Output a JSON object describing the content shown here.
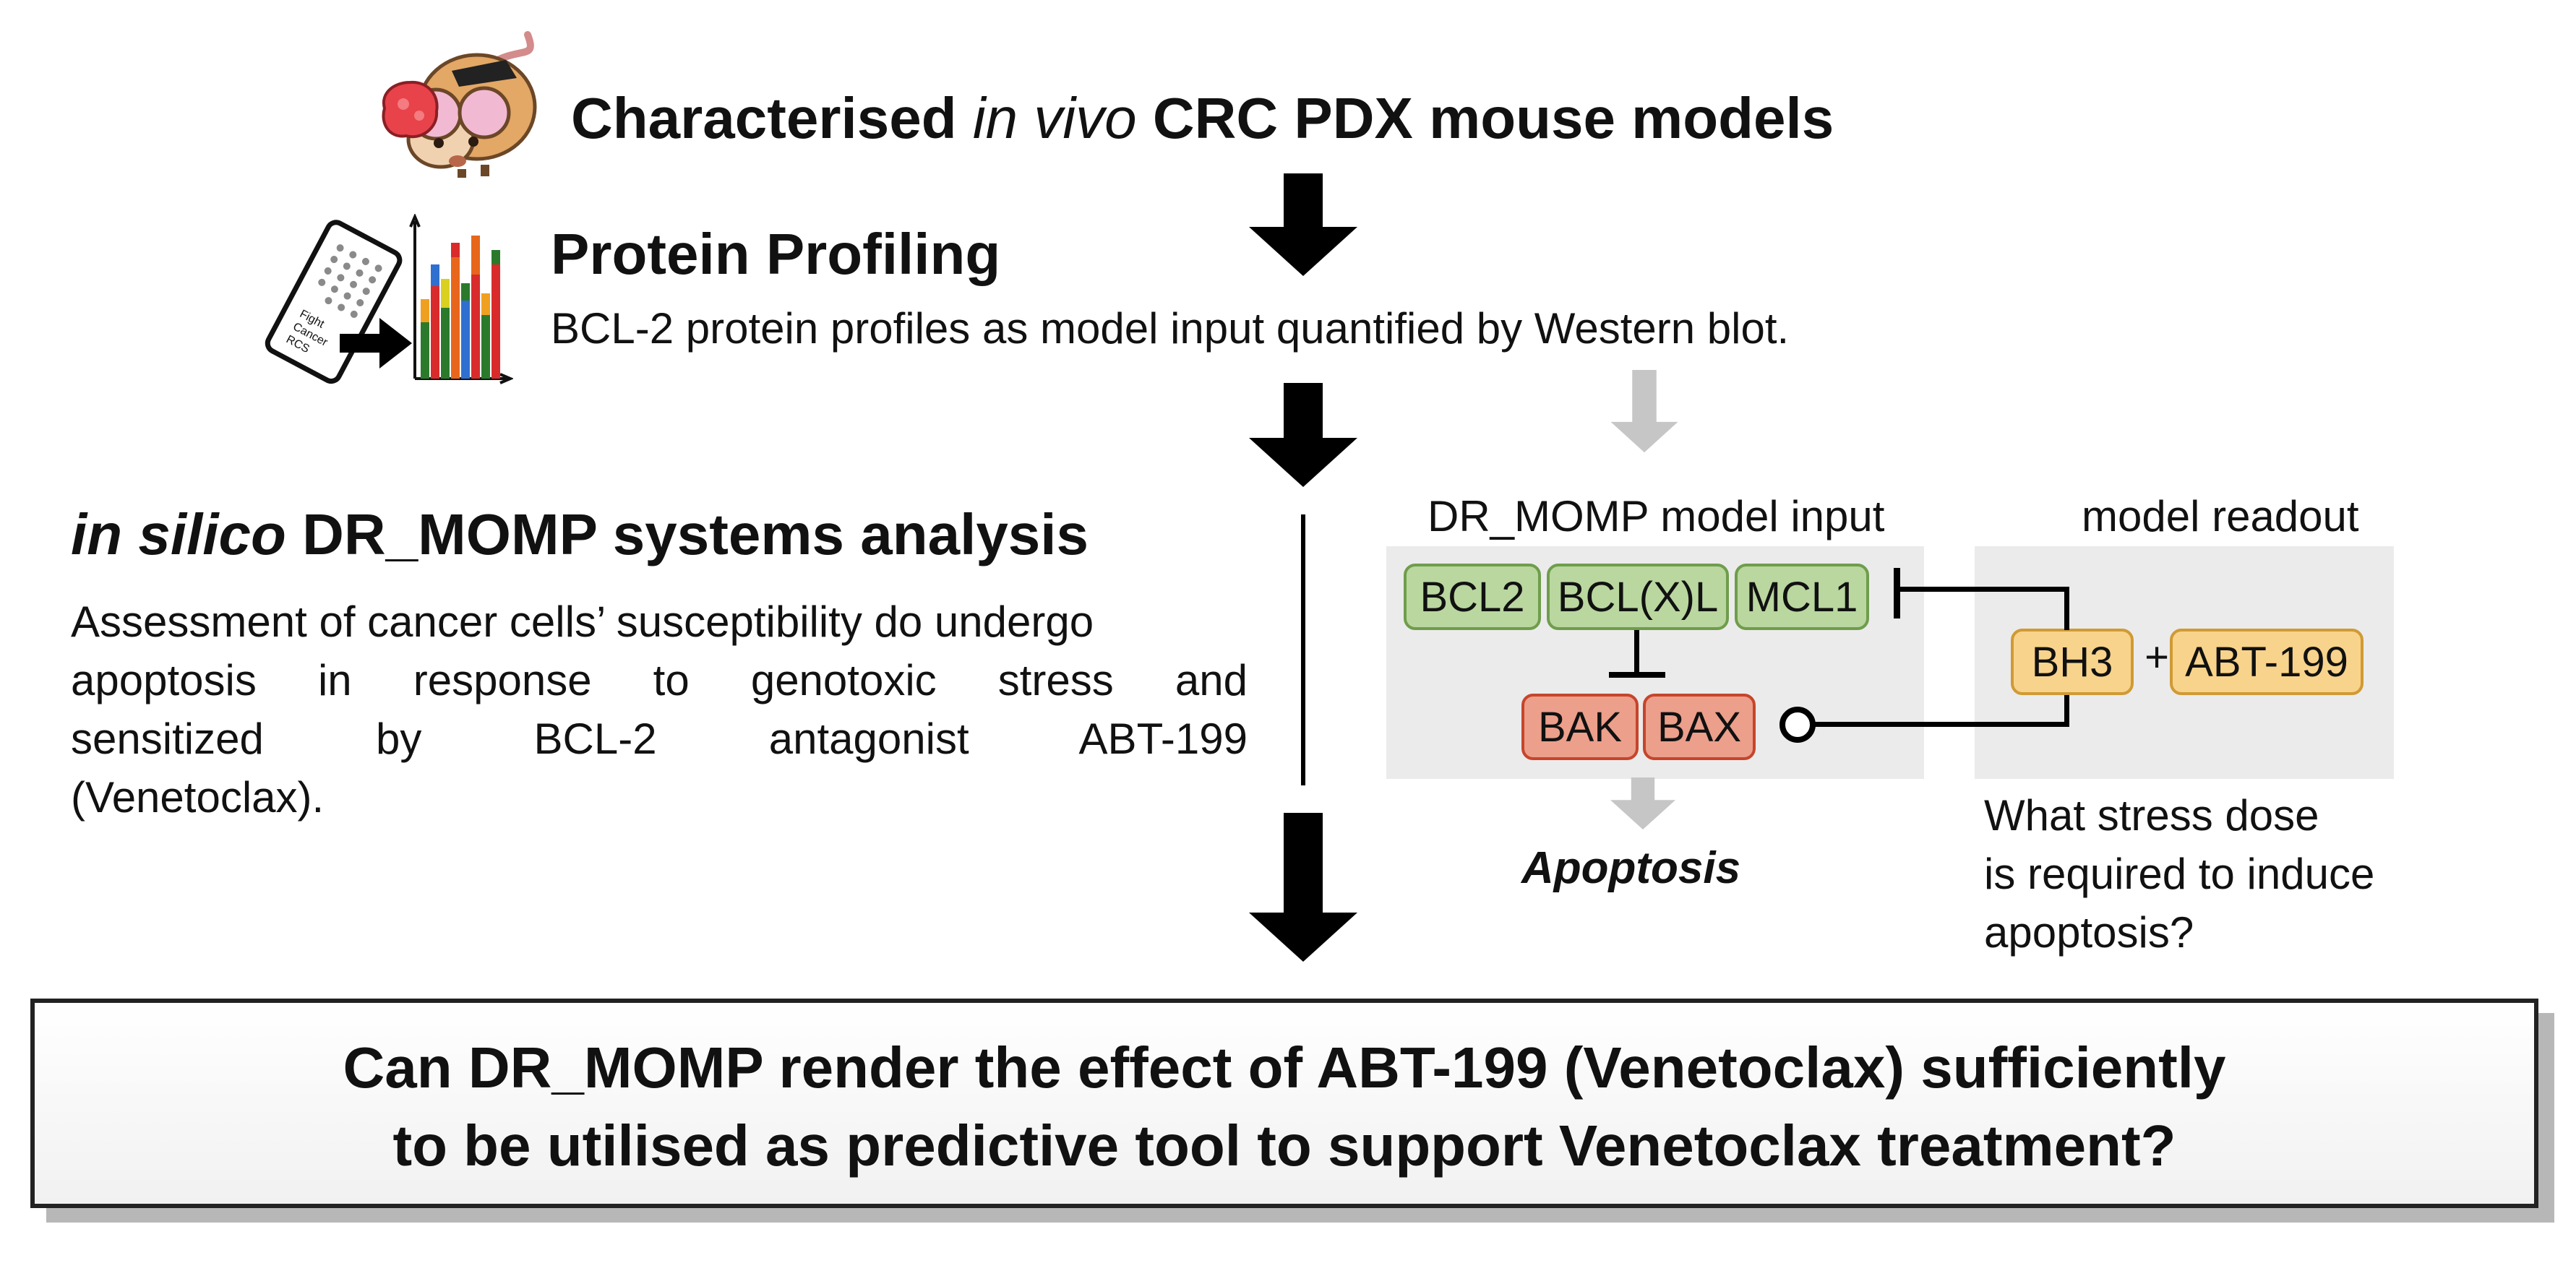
{
  "header": {
    "title_part1": "Characterised ",
    "title_italic": "in vivo",
    "title_part2": " CRC PDX mouse models"
  },
  "profiling": {
    "title": "Protein Profiling",
    "description": "BCL-2 protein profiles as model input quantified by Western blot.",
    "sheet_text_line1": "Fight",
    "sheet_text_line2": "Cancer",
    "sheet_text_line3": "RCS"
  },
  "analysis": {
    "title_italic": "in silico",
    "title_rest": " DR_MOMP systems analysis",
    "description_line1": "Assessment of cancer cells’ susceptibility do undergo",
    "description_line2": "apoptosis in response to genotoxic stress and",
    "description_line3": "sensitized by BCL-2 antagonist ABT-199",
    "description_line4": "(Venetoclax)."
  },
  "model": {
    "input_label": "DR_MOMP model input",
    "readout_label": "model readout",
    "anti_apoptotic": [
      "BCL2",
      "BCL(X)L",
      "MCL1"
    ],
    "effectors": [
      "BAK",
      "BAX"
    ],
    "bh3_label": "BH3",
    "plus": "+",
    "abt_label": "ABT-199",
    "outcome": "Apoptosis",
    "question_line1": "What stress dose",
    "question_line2": "is required to induce",
    "question_line3": "apoptosis?",
    "colors": {
      "anti_apoptotic_fill": "#b9d79f",
      "effector_fill": "#ec9f8b",
      "readout_fill": "#f8d38c",
      "panel_fill": "#ebebeb"
    }
  },
  "conclusion": {
    "line1": "Can DR_MOMP render the effect of ABT-199 (Venetoclax) sufficiently",
    "line2": "to be utilised as predictive tool to support Venetoclax treatment?"
  },
  "icons": [
    "mouse-icon",
    "tumor-icon",
    "protein-array-icon",
    "bar-chart-icon"
  ]
}
